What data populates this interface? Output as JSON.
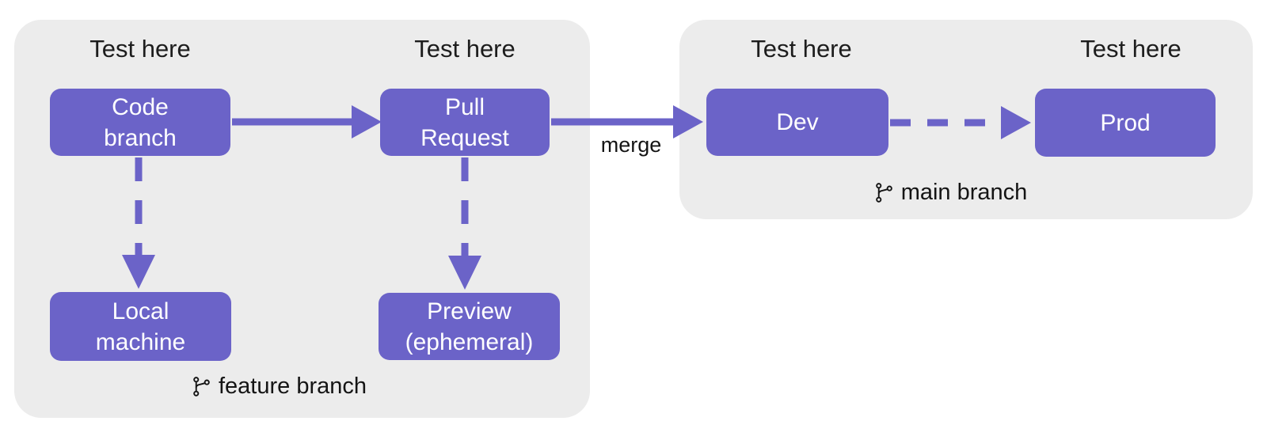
{
  "colors": {
    "accent": "#6b63c8",
    "group_background": "#ececec",
    "label_text": "#1d1d1d",
    "node_text": "#ffffff"
  },
  "feature_group": {
    "test_label_code": "Test here",
    "test_label_pr": "Test here",
    "branch_label": "feature branch"
  },
  "main_group": {
    "test_label_dev": "Test here",
    "test_label_prod": "Test here",
    "branch_label": "main branch"
  },
  "nodes": {
    "code_branch": {
      "line1": "Code",
      "line2": "branch"
    },
    "pull_request": {
      "line1": "Pull",
      "line2": "Request"
    },
    "local_machine": {
      "line1": "Local",
      "line2": "machine"
    },
    "preview": {
      "line1": "Preview",
      "line2": "(ephemeral)"
    },
    "dev": {
      "label": "Dev"
    },
    "prod": {
      "label": "Prod"
    }
  },
  "edges": {
    "merge_label": "merge"
  },
  "icons": {
    "feature_branch_icon": "git-branch-icon",
    "main_branch_icon": "git-branch-icon"
  }
}
